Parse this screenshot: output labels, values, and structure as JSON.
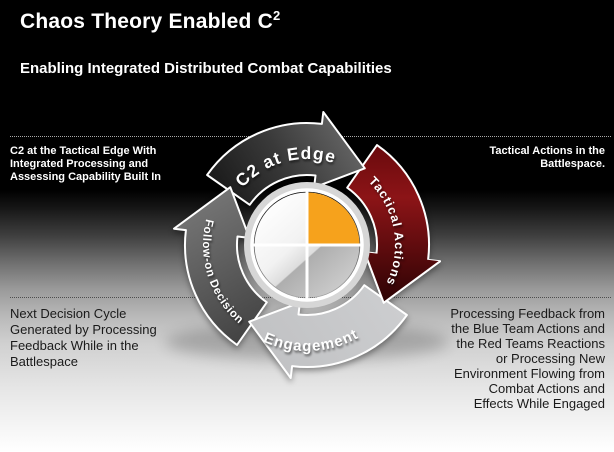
{
  "slide": {
    "title": "Chaos Theory Enabled C",
    "title_superscript": "2",
    "subtitle": "Enabling Integrated Distributed Combat Capabilities"
  },
  "diagram": {
    "type": "cycle",
    "direction": "clockwise",
    "center": {
      "highlight_quadrant": "top-right",
      "highlight_color": "#F6A21C",
      "ring_color": "#d6d6d6"
    },
    "steps": [
      {
        "label": "C2 at Edge",
        "color": "#3a3a3a"
      },
      {
        "label": "Tactical Actions",
        "color": "#8c1417"
      },
      {
        "label": "Engagement",
        "color": "#c6c7c9"
      },
      {
        "label": "Follow-on Decision",
        "color": "#565656"
      }
    ]
  },
  "annotations": {
    "top_left": "C2 at the Tactical Edge With\nIntegrated Processing and\nAssessing Capability Built In",
    "top_right": "Tactical Actions in the\nBattlespace.",
    "bottom_left": "Next Decision Cycle\nGenerated by Processing\nFeedback While in the\nBattlespace",
    "bottom_right": "Processing Feedback from\nthe Blue Team Actions and\nthe Red Teams Reactions\nor Processing New\nEnvironment Flowing from\nCombat Actions and\nEffects While Engaged"
  }
}
